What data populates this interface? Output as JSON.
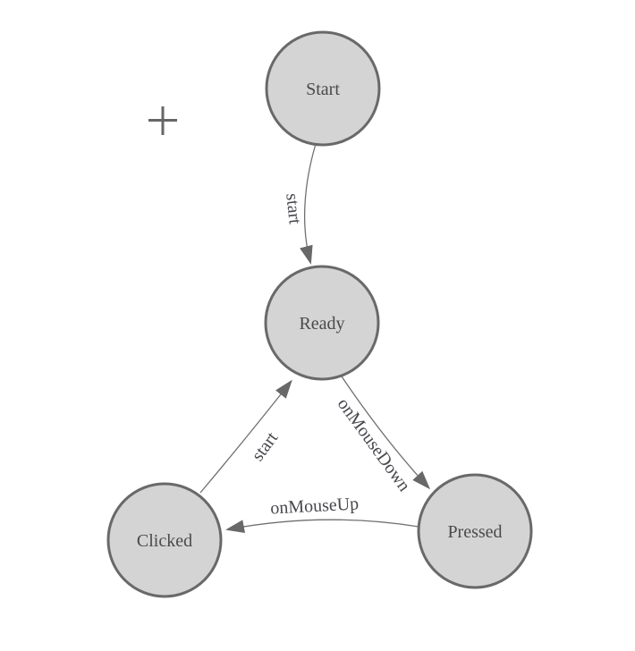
{
  "diagram": {
    "type": "state-machine",
    "background": "#ffffff",
    "colors": {
      "node_fill": "#d4d4d4",
      "node_stroke": "#696969",
      "edge_stroke": "#707070",
      "arrow_fill": "#686868",
      "text": "#4a4a4a",
      "crosshair": "#666666"
    },
    "nodes": [
      {
        "id": "start",
        "label": "Start"
      },
      {
        "id": "ready",
        "label": "Ready"
      },
      {
        "id": "clicked",
        "label": "Clicked"
      },
      {
        "id": "pressed",
        "label": "Pressed"
      }
    ],
    "edges": [
      {
        "from": "start",
        "to": "ready",
        "label": "start"
      },
      {
        "from": "ready",
        "to": "pressed",
        "label": "onMouseDown"
      },
      {
        "from": "pressed",
        "to": "clicked",
        "label": "onMouseUp"
      },
      {
        "from": "clicked",
        "to": "ready",
        "label": "start"
      }
    ],
    "crosshair_symbol": "+"
  }
}
